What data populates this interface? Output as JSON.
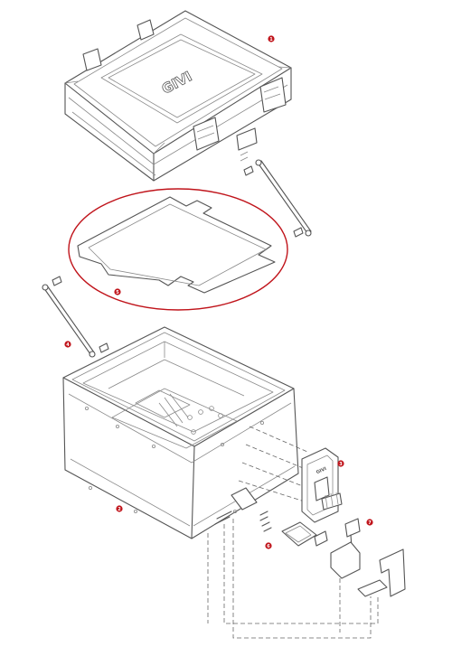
{
  "colors": {
    "line": "#555555",
    "accent": "#c0141b",
    "background": "#ffffff"
  },
  "brand": {
    "lid_logo": "GIVI",
    "lock_logo": "GIVI"
  },
  "callouts": [
    {
      "id": "lid",
      "label": "1"
    },
    {
      "id": "base",
      "label": "2"
    },
    {
      "id": "lock",
      "label": "3"
    },
    {
      "id": "strap-left",
      "label": "4"
    },
    {
      "id": "gasket",
      "label": "5"
    },
    {
      "id": "spring",
      "label": "6"
    },
    {
      "id": "latch",
      "label": "7"
    }
  ]
}
